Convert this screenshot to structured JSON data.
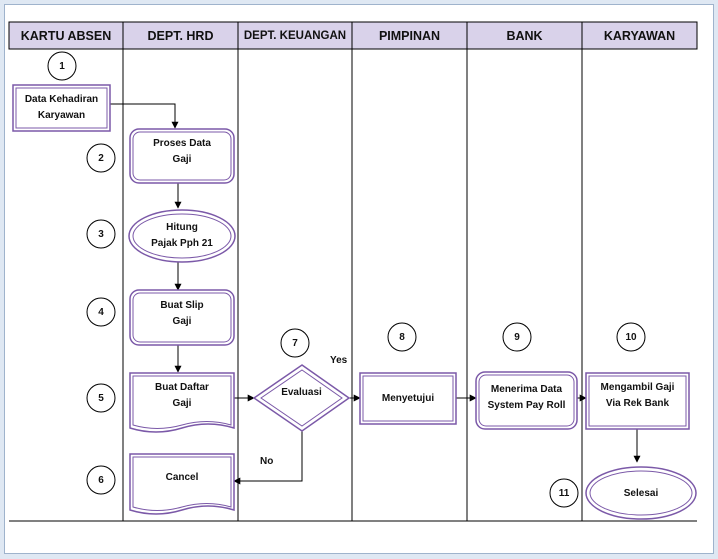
{
  "lanes": [
    {
      "key": "kartu_absen",
      "title": "KARTU ABSEN"
    },
    {
      "key": "dept_hrd",
      "title": "DEPT. HRD"
    },
    {
      "key": "dept_keuangan",
      "title": "DEPT. KEUANGAN"
    },
    {
      "key": "pimpinan",
      "title": "PIMPINAN"
    },
    {
      "key": "bank",
      "title": "BANK"
    },
    {
      "key": "karyawan",
      "title": "KARYAWAN"
    }
  ],
  "colors": {
    "header_fill": "#d9d2ea",
    "node_stroke": "#7b59a8",
    "line": "#000000"
  },
  "nodes": {
    "data_kehadiran": {
      "label": "Data Kehadiran\nKaryawan",
      "shape": "rectangle"
    },
    "proses_data_gaji": {
      "label": "Proses Data\nGaji",
      "shape": "rounded-rectangle"
    },
    "hitung_pph21": {
      "label": "Hitung\nPajak Pph 21",
      "shape": "ellipse"
    },
    "buat_slip_gaji": {
      "label": "Buat Slip\nGaji",
      "shape": "rounded-rectangle"
    },
    "buat_daftar_gaji": {
      "label": "Buat Daftar\nGaji",
      "shape": "document"
    },
    "evaluasi": {
      "label": "Evaluasi",
      "shape": "decision"
    },
    "cancel": {
      "label": "Cancel",
      "shape": "document"
    },
    "menyetujui": {
      "label": "Menyetujui",
      "shape": "rectangle"
    },
    "menerima_data": {
      "label": "Menerima Data\nSystem Pay Roll",
      "shape": "rounded-rectangle"
    },
    "mengambil_gaji": {
      "label": "Mengambil Gaji\nVia Rek Bank",
      "shape": "rectangle"
    },
    "selesai": {
      "label": "Selesai",
      "shape": "ellipse"
    }
  },
  "step_numbers": [
    "1",
    "2",
    "3",
    "4",
    "5",
    "6",
    "7",
    "8",
    "9",
    "10",
    "11"
  ],
  "edge_labels": {
    "yes": "Yes",
    "no": "No"
  }
}
